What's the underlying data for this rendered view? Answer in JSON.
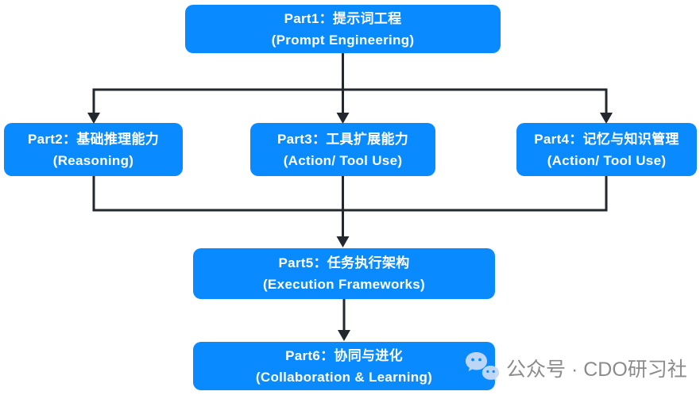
{
  "colors": {
    "background": "#ffffff",
    "box_fill": "#0a8aff",
    "box_text": "#ffffff",
    "connector": "#23272e",
    "watermark_text": "#8b8b8b",
    "wechat_icon": "#c7daf4"
  },
  "diagram": {
    "type": "flowchart",
    "direction": "top-down",
    "nodes": [
      {
        "id": "part1",
        "title_zh": "Part1：提示词工程",
        "title_en": "(Prompt Engineering)"
      },
      {
        "id": "part2",
        "title_zh": "Part2：基础推理能力",
        "title_en": "(Reasoning)"
      },
      {
        "id": "part3",
        "title_zh": "Part3：工具扩展能力",
        "title_en": "(Action/ Tool Use)"
      },
      {
        "id": "part4",
        "title_zh": "Part4：记忆与知识管理",
        "title_en": "(Action/ Tool Use)"
      },
      {
        "id": "part5",
        "title_zh": "Part5：任务执行架构",
        "title_en": "(Execution Frameworks)"
      },
      {
        "id": "part6",
        "title_zh": "Part6：协同与进化",
        "title_en": "(Collaboration & Learning)"
      }
    ],
    "edges": [
      {
        "from": "part1",
        "to": "part2"
      },
      {
        "from": "part1",
        "to": "part3"
      },
      {
        "from": "part1",
        "to": "part4"
      },
      {
        "from": "part2",
        "to": "part5"
      },
      {
        "from": "part3",
        "to": "part5"
      },
      {
        "from": "part4",
        "to": "part5"
      },
      {
        "from": "part5",
        "to": "part6"
      }
    ]
  },
  "watermark": {
    "icon": "wechat-icon",
    "text": "公众号 · CDO研习社"
  }
}
